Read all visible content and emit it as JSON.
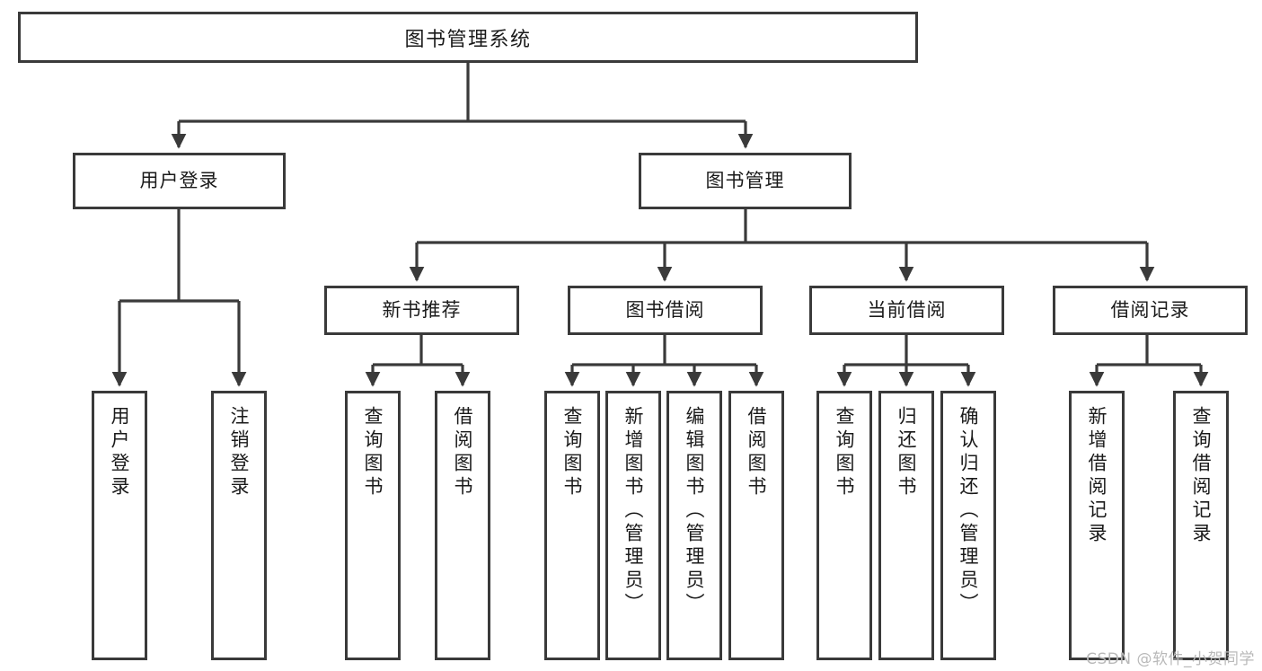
{
  "diagram": {
    "title": "图书管理系统",
    "type": "hierarchy-tree",
    "watermark": "CSDN @软件_小贺同学",
    "colors": {
      "box_border": "#3a3a3a",
      "box_fill": "#ffffff",
      "text": "#1a1a1a",
      "edge": "#3a3a3a",
      "watermark": "#b9b9b9",
      "background": "#ffffff"
    },
    "levels": {
      "root": {
        "label": "图书管理系统"
      },
      "level2": [
        {
          "label": "用户登录"
        },
        {
          "label": "图书管理"
        }
      ],
      "level3": [
        {
          "label": "新书推荐"
        },
        {
          "label": "图书借阅"
        },
        {
          "label": "当前借阅"
        },
        {
          "label": "借阅记录"
        }
      ],
      "level4": {
        "user_login": [
          {
            "label": "用户登录"
          },
          {
            "label": "注销登录"
          }
        ],
        "new_book_recommend": [
          {
            "label": "查询图书"
          },
          {
            "label": "借阅图书"
          }
        ],
        "book_borrow": [
          {
            "label": "查询图书"
          },
          {
            "label": "新增图书（管理员）"
          },
          {
            "label": "编辑图书（管理员）"
          },
          {
            "label": "借阅图书"
          }
        ],
        "current_borrow": [
          {
            "label": "查询图书"
          },
          {
            "label": "归还图书"
          },
          {
            "label": "确认归还（管理员）"
          }
        ],
        "borrow_record": [
          {
            "label": "新增借阅记录"
          },
          {
            "label": "查询借阅记录"
          }
        ]
      }
    }
  }
}
